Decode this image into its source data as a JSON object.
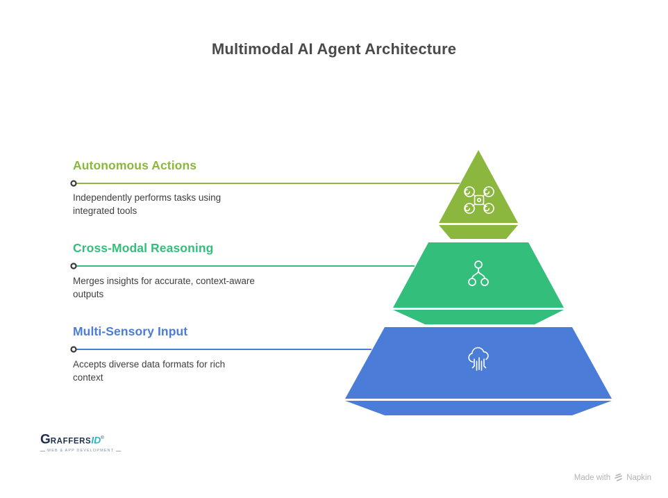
{
  "title": {
    "text": "Multimodal AI Agent Architecture",
    "color": "#4A4A4A"
  },
  "tiers": [
    {
      "heading": "Autonomous Actions",
      "description": "Independently performs tasks using integrated tools",
      "color": "#8CB73E",
      "icon": "drone-icon"
    },
    {
      "heading": "Cross-Modal Reasoning",
      "description": "Merges insights for accurate, context-aware outputs",
      "color": "#33BE7C",
      "icon": "hierarchy-icon"
    },
    {
      "heading": "Multi-Sensory Input",
      "description": "Accepts diverse data formats for rich context",
      "color": "#4A7CD8",
      "icon": "cloud-data-icon"
    }
  ],
  "connector": {
    "dot_stroke": "#3A3A3A",
    "dot_fill": "#ffffff"
  },
  "logo": {
    "initial": "G",
    "name_rest": "RAFFERS",
    "suffix": "ID",
    "registered": "®",
    "tagline": "WEB & APP DEVELOPMENT",
    "primary_color": "#1F2E4D",
    "accent_color": "#2AB5C2"
  },
  "footer": {
    "made_with": "Made with",
    "brand": "Napkin",
    "color": "#B3B3B3"
  }
}
